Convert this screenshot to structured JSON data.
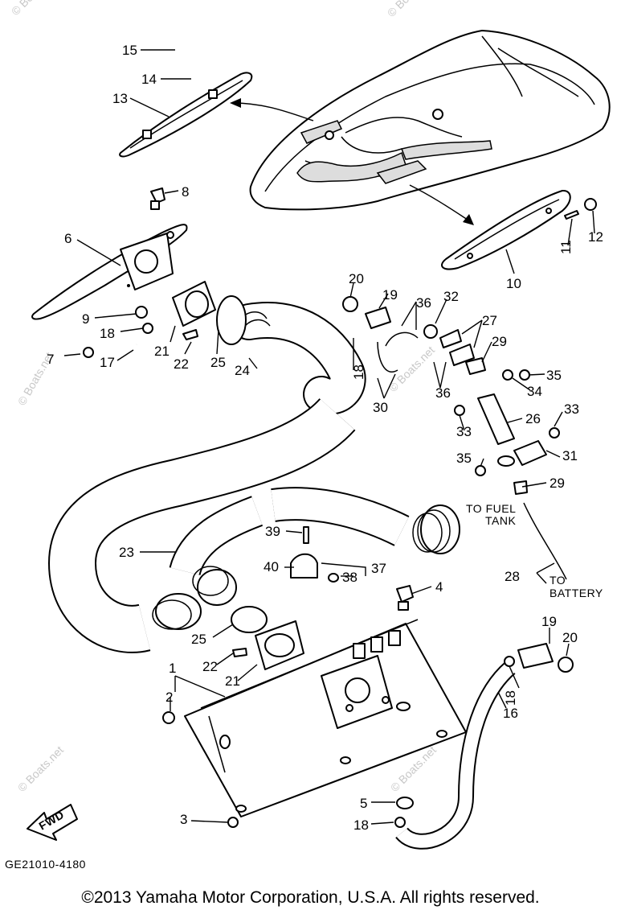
{
  "labels": {
    "p1": "1",
    "p2": "2",
    "p3": "3",
    "p4": "4",
    "p5": "5",
    "p6": "6",
    "p7": "7",
    "p8": "8",
    "p9": "9",
    "p10": "10",
    "p11": "11",
    "p12": "12",
    "p13": "13",
    "p14": "14",
    "p15": "15",
    "p16": "16",
    "p17": "17",
    "p18a": "18",
    "p18b": "18",
    "p18c": "18",
    "p18d": "18",
    "p19a": "19",
    "p19b": "19",
    "p20a": "20",
    "p20b": "20",
    "p21a": "21",
    "p21b": "21",
    "p22a": "22",
    "p22b": "22",
    "p23": "23",
    "p24": "24",
    "p25a": "25",
    "p25b": "25",
    "p26": "26",
    "p27": "27",
    "p28": "28",
    "p29a": "29",
    "p29b": "29",
    "p30": "30",
    "p31": "31",
    "p32": "32",
    "p33a": "33",
    "p33b": "33",
    "p34": "34",
    "p35a": "35",
    "p35b": "35",
    "p36a": "36",
    "p36b": "36",
    "p37": "37",
    "p38": "38",
    "p39": "39",
    "p40": "40"
  },
  "annotations": {
    "to_fuel_line1": "TO FUEL",
    "to_fuel_line2": "TANK",
    "to_battery_line1": "TO",
    "to_battery_line2": "BATTERY",
    "fwd": "FWD"
  },
  "watermark": "© Boats.net",
  "diagram_code": "GE21010-4180",
  "copyright": "©2013 Yamaha Motor Corporation, U.S.A. All rights reserved."
}
